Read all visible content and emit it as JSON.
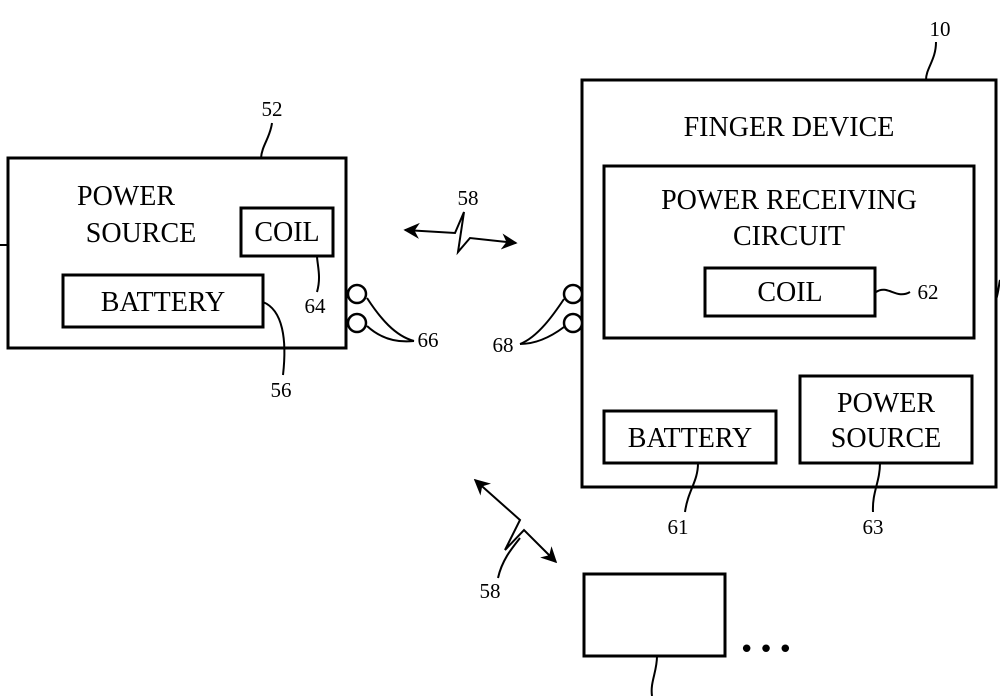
{
  "power_source_device": {
    "ref": "52",
    "title_line1": "POWER",
    "title_line2": "SOURCE",
    "coil_label": "COIL",
    "coil_ref": "64",
    "battery_label": "BATTERY",
    "battery_ref": "56",
    "contacts_ref": "66"
  },
  "wireless_link": {
    "ref_top": "58",
    "ref_bottom": "58"
  },
  "finger_device": {
    "ref": "10",
    "title": "FINGER DEVICE",
    "receiver_line1": "POWER RECEIVING",
    "receiver_line2": "CIRCUIT",
    "coil_label": "COIL",
    "coil_ref": "62",
    "battery_label": "BATTERY",
    "battery_ref": "61",
    "power_source_line1": "POWER",
    "power_source_line2": "SOURCE",
    "power_source_ref": "63",
    "contacts_ref": "68"
  },
  "other_device": {
    "ellipsis": "•••"
  }
}
